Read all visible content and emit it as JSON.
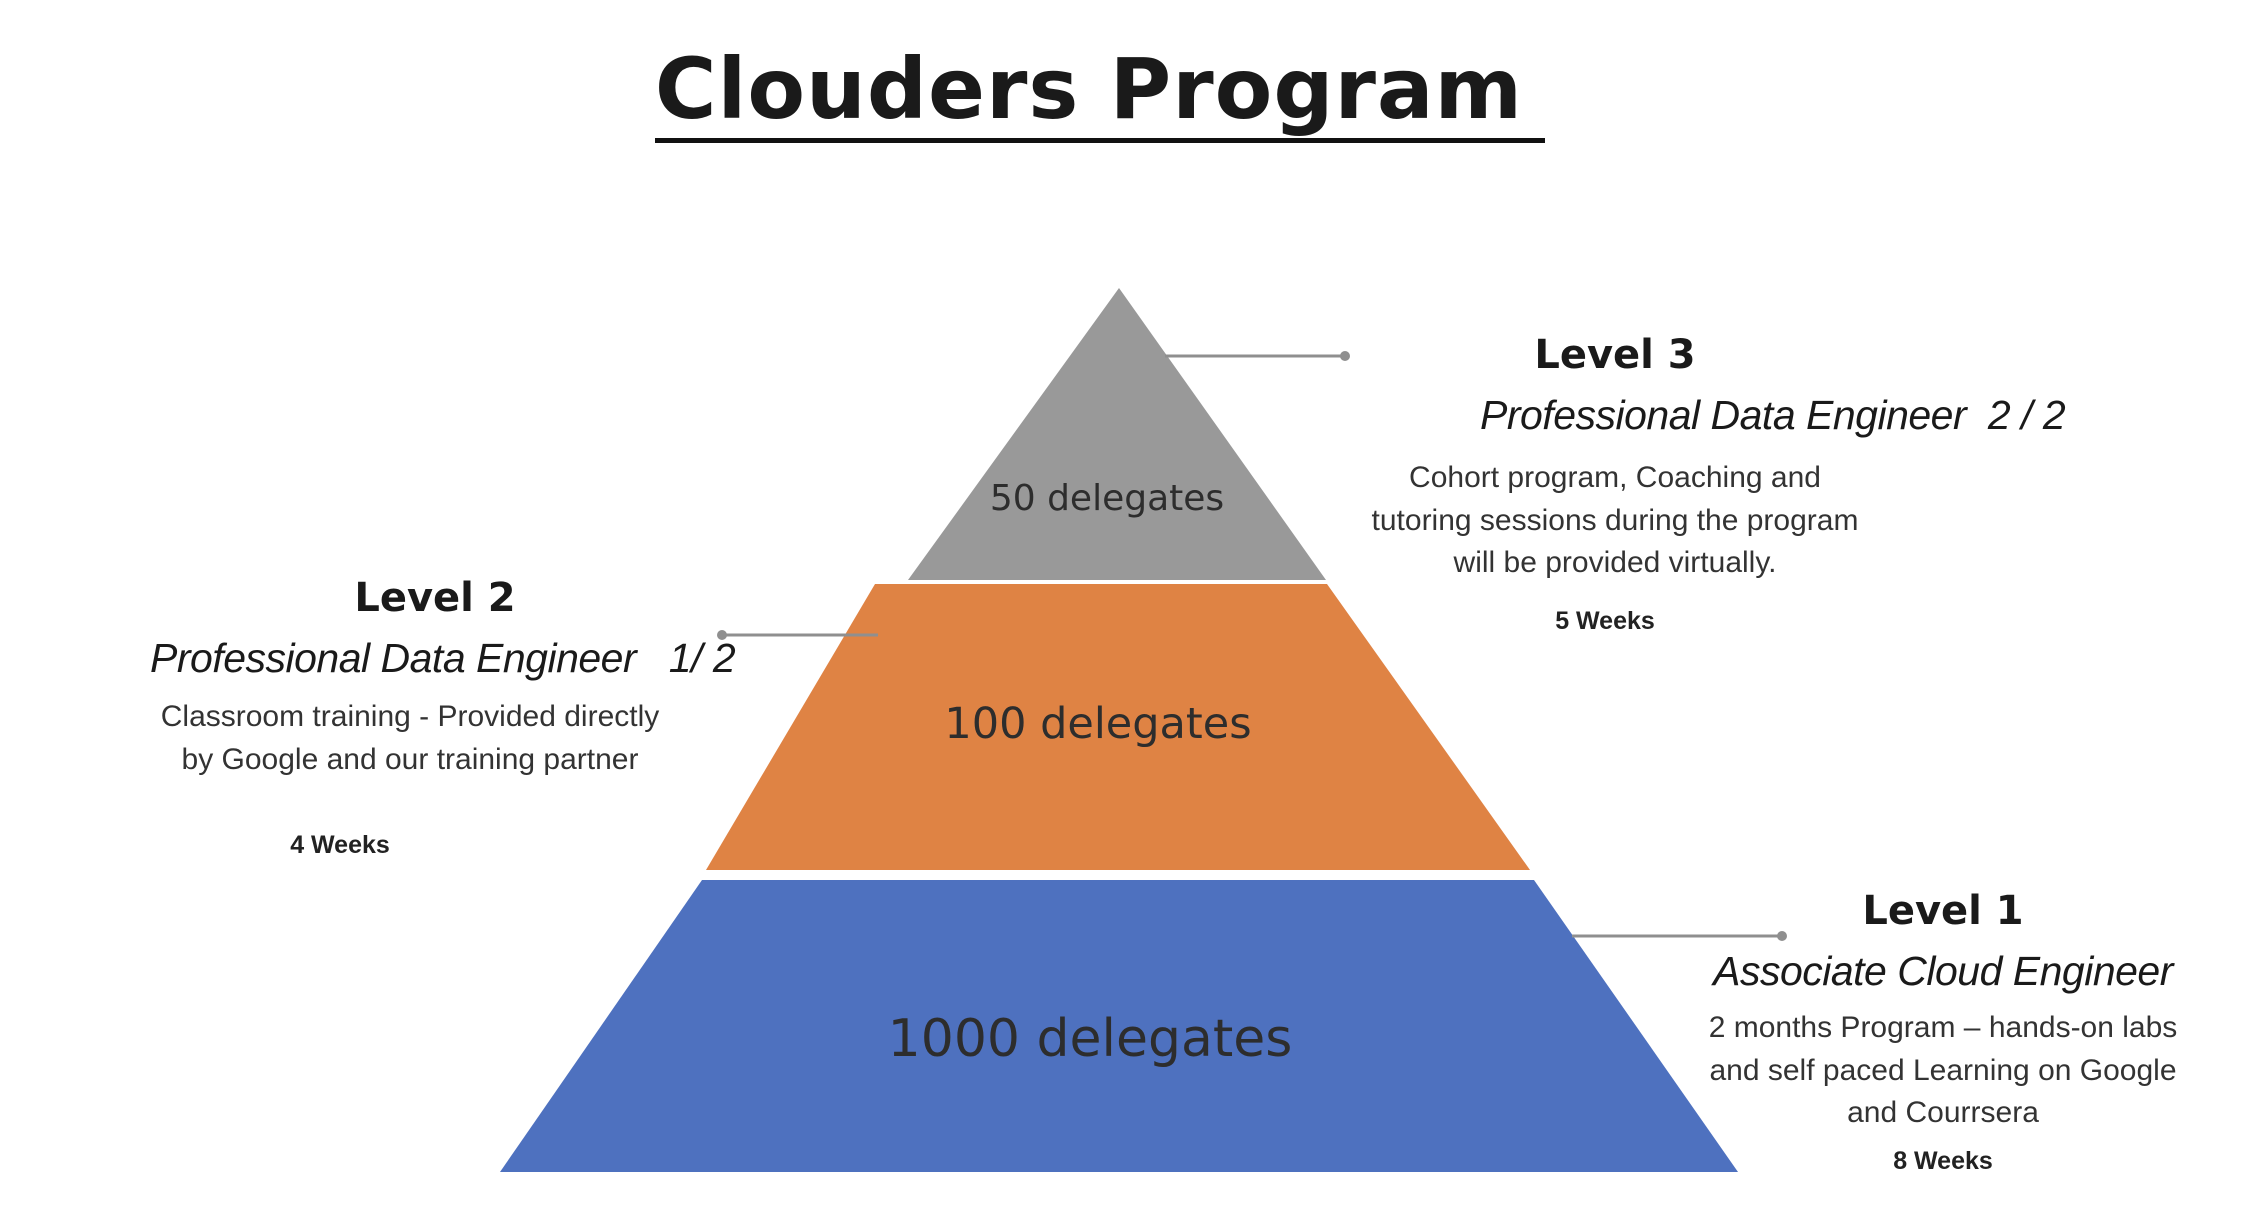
{
  "title": "Clouders Program",
  "colors": {
    "level3": "#999999",
    "level2": "#DF8344",
    "level1": "#4E71BF",
    "connector": "#8f8f8f"
  },
  "tiers": [
    {
      "id": "level3",
      "delegates": "50 delegates"
    },
    {
      "id": "level2",
      "delegates": "100 delegates"
    },
    {
      "id": "level1",
      "delegates": "1000 delegates"
    }
  ],
  "levels": {
    "level3": {
      "title": "Level 3",
      "subtitle": "Professional Data Engineer  2 / 2",
      "description": "Cohort program, Coaching and tutoring sessions during the program will be provided virtually.",
      "duration": "5 Weeks"
    },
    "level2": {
      "title": "Level 2",
      "subtitle": "Professional Data Engineer   1/ 2",
      "description": "Classroom training - Provided directly by Google and our training partner",
      "duration": "4 Weeks"
    },
    "level1": {
      "title": "Level 1",
      "subtitle": "Associate Cloud Engineer",
      "description": "2 months Program – hands-on labs and self paced Learning on Google and Courrsera",
      "duration": "8 Weeks"
    }
  }
}
